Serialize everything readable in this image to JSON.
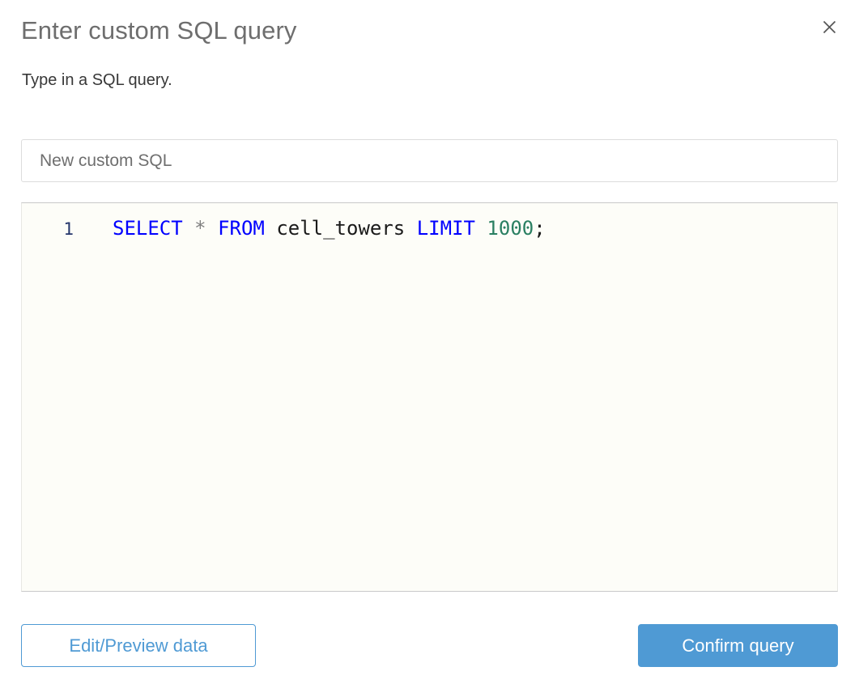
{
  "dialog": {
    "title": "Enter custom SQL query",
    "subtitle": "Type in a SQL query.",
    "close_icon": "close-icon"
  },
  "name_field": {
    "value": "",
    "placeholder": "New custom SQL"
  },
  "editor": {
    "line_number": "1",
    "tokens": [
      {
        "text": "SELECT",
        "type": "keyword"
      },
      {
        "text": " ",
        "type": "plain"
      },
      {
        "text": "*",
        "type": "operator"
      },
      {
        "text": " ",
        "type": "plain"
      },
      {
        "text": "FROM",
        "type": "keyword"
      },
      {
        "text": " ",
        "type": "plain"
      },
      {
        "text": "cell_towers",
        "type": "identifier"
      },
      {
        "text": " ",
        "type": "plain"
      },
      {
        "text": "LIMIT",
        "type": "keyword"
      },
      {
        "text": " ",
        "type": "plain"
      },
      {
        "text": "1000",
        "type": "number"
      },
      {
        "text": ";",
        "type": "punctuation"
      }
    ],
    "full_text": "SELECT * FROM cell_towers LIMIT 1000;"
  },
  "footer": {
    "secondary_label": "Edit/Preview data",
    "primary_label": "Confirm query"
  },
  "colors": {
    "accent": "#4f9ad4",
    "keyword": "#0000ff",
    "number": "#2a7f62",
    "operator": "#808080",
    "gutter": "#24356b",
    "title": "#6e6e6e",
    "subtitle": "#383838",
    "editor_bg": "#fdfdf8"
  }
}
